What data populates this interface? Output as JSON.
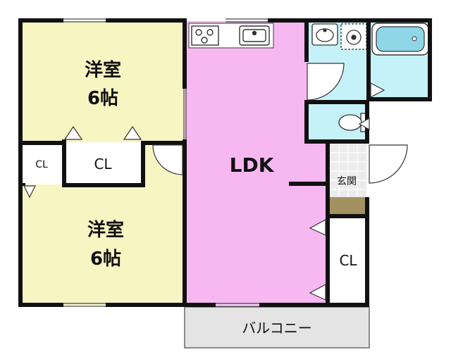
{
  "colors": {
    "bedroom": "#f7f5c2",
    "ldk": "#f7b8f2",
    "wet": "#c5f2f8",
    "closet": "#ffffff",
    "balcony": "#e4e4e4",
    "genkan_tile": "#ececec",
    "genkan_floor": "#a39260",
    "wall": "#111111"
  },
  "rooms": {
    "bedroom_top": {
      "name": "洋室",
      "size": "6帖"
    },
    "bedroom_bottom": {
      "name": "洋室",
      "size": "6帖"
    },
    "ldk": {
      "name": "LDK"
    },
    "cl_small": {
      "name": "CL"
    },
    "cl_top": {
      "name": "CL"
    },
    "cl_right": {
      "name": "CL"
    },
    "genkan": {
      "name": "玄関"
    },
    "balcony": {
      "name": "バルコニー"
    }
  },
  "icons": {
    "stove": "stove-icon",
    "sink": "kitchen-sink-icon",
    "washbasin": "washbasin-icon",
    "washer": "washing-machine-icon",
    "bathtub": "bathtub-icon",
    "toilet": "toilet-icon"
  }
}
